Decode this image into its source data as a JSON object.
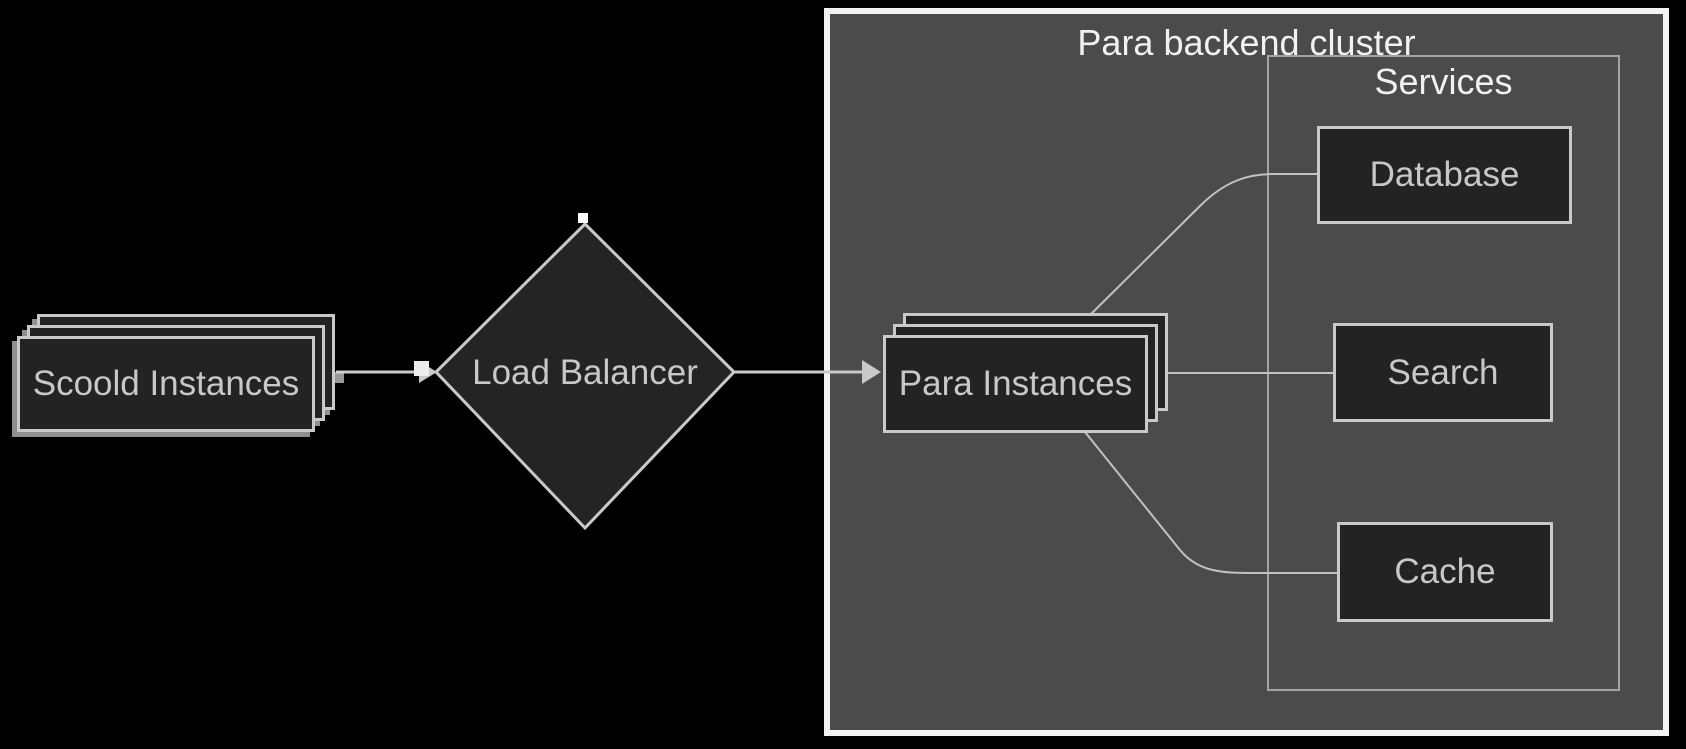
{
  "diagram": {
    "type": "architecture-diagram",
    "background_color": "#000000",
    "containers": {
      "cluster": {
        "label": "Para backend cluster",
        "fill": "#4b4b4b",
        "border_color": "#f2f2f2",
        "text_color": "#f1f1f1"
      },
      "services": {
        "label": "Services",
        "border_color": "#a3a3a3",
        "text_color": "#f1f1f1"
      }
    },
    "nodes": {
      "scoold": {
        "label": "Scoold Instances",
        "shape": "stacked-rectangles"
      },
      "load_balancer": {
        "label": "Load Balancer",
        "shape": "diamond"
      },
      "para": {
        "label": "Para Instances",
        "shape": "stacked-rectangles"
      },
      "database": {
        "label": "Database",
        "shape": "rectangle"
      },
      "search": {
        "label": "Search",
        "shape": "rectangle"
      },
      "cache": {
        "label": "Cache",
        "shape": "rectangle"
      }
    },
    "edges": [
      {
        "from": "Scoold Instances",
        "to": "Load Balancer",
        "arrowhead": true,
        "style": "straight"
      },
      {
        "from": "Load Balancer",
        "to": "Para Instances",
        "arrowhead": true,
        "style": "straight"
      },
      {
        "from": "Para Instances",
        "to": "Database",
        "arrowhead": false,
        "style": "curved"
      },
      {
        "from": "Para Instances",
        "to": "Search",
        "arrowhead": false,
        "style": "straight"
      },
      {
        "from": "Para Instances",
        "to": "Cache",
        "arrowhead": false,
        "style": "curved"
      }
    ],
    "node_style": {
      "fill": "#232323",
      "border_color": "#c9c9c9",
      "text_color": "#c8c8c8"
    },
    "edge_color": "#c9c9c9"
  }
}
